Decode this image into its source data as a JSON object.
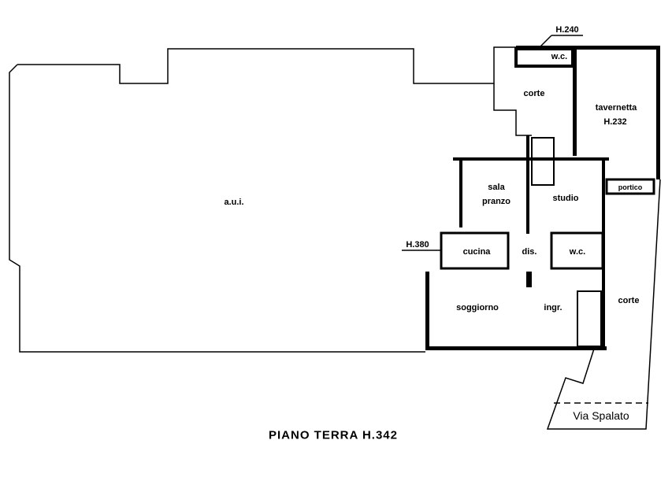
{
  "title": "PIANO TERRA H.342",
  "rooms": {
    "aui": "a.u.i.",
    "wc_top": "w.c.",
    "corte_top": "corte",
    "tavernetta": "tavernetta",
    "tavernetta_h": "H.232",
    "sala_pranzo_1": "sala",
    "sala_pranzo_2": "pranzo",
    "studio": "studio",
    "small_room": "portico",
    "cucina": "cucina",
    "dis": "dis.",
    "wc": "w.c.",
    "soggiorno": "soggiorno",
    "ingr": "ingr.",
    "corte_right": "corte"
  },
  "heights": {
    "h240": "H.240",
    "h380": "H.380"
  },
  "street": "Via Spalato"
}
